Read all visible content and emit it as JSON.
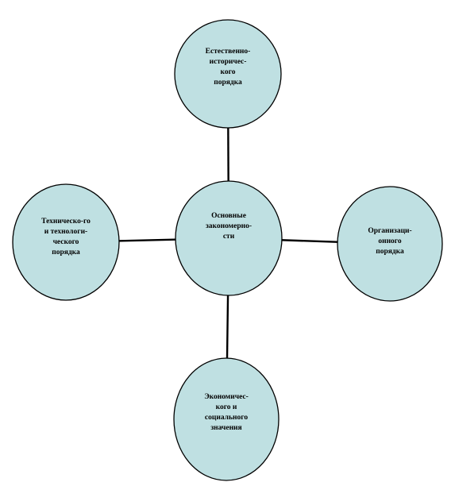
{
  "diagram": {
    "nodes": [
      {
        "id": "center",
        "lines": [
          "Основные",
          "закономерно-",
          "сти"
        ]
      },
      {
        "id": "top",
        "lines": [
          "Естественно-",
          "историчес-",
          "кого",
          "порядка"
        ]
      },
      {
        "id": "left",
        "lines": [
          "Техническо-го",
          "и технологи-",
          "ческого",
          "порядка"
        ]
      },
      {
        "id": "right",
        "lines": [
          "Организаци-",
          "онного",
          "порядка"
        ]
      },
      {
        "id": "bottom",
        "lines": [
          "Экономичес-",
          "кого и",
          "социального",
          "значения"
        ]
      }
    ],
    "edges": [
      {
        "from": "center",
        "to": "top"
      },
      {
        "from": "center",
        "to": "left"
      },
      {
        "from": "center",
        "to": "right"
      },
      {
        "from": "center",
        "to": "bottom"
      }
    ],
    "colors": {
      "node_fill": "#bfe0e2",
      "node_stroke": "#000000",
      "edge": "#000000"
    }
  }
}
